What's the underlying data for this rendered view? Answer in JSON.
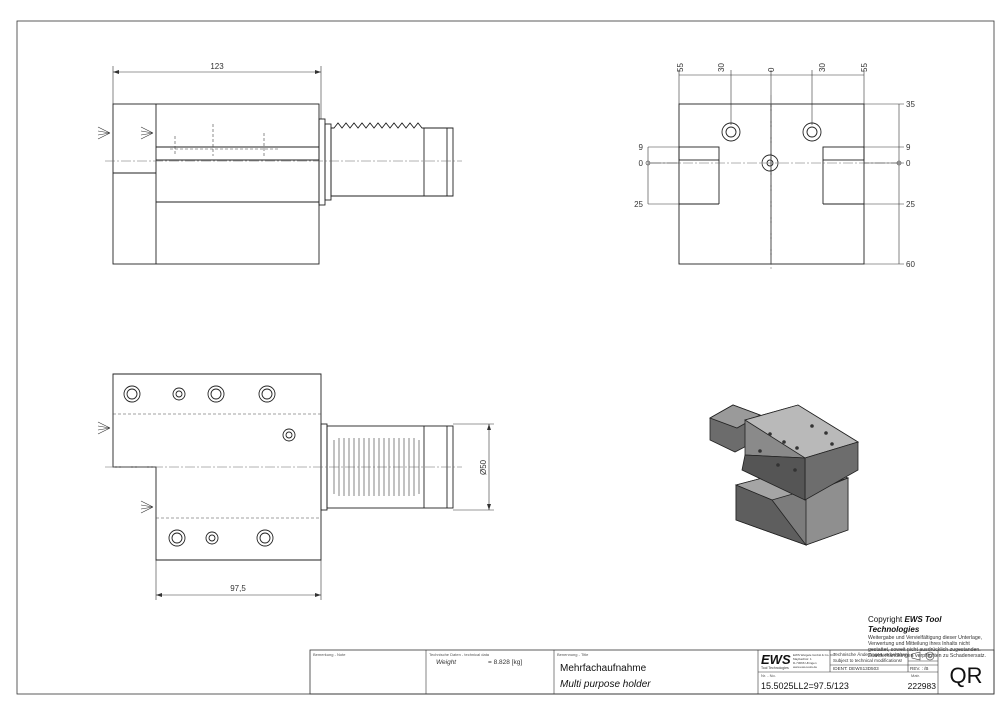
{
  "drawing": {
    "side_view": {
      "overall_length": "123"
    },
    "front_view": {
      "top_dims": [
        "55",
        "30",
        "0",
        "30",
        "55"
      ],
      "left_dims": [
        "9",
        "0",
        "25"
      ],
      "right_dims": [
        "35",
        "9",
        "0",
        "25",
        "60"
      ]
    },
    "top_view": {
      "length": "97,5",
      "diameter": "Ø50"
    }
  },
  "copyright": {
    "prefix": "Copyright",
    "brand": "EWS Tool Technologies",
    "lines": [
      "Weitergabe und Vervielfältigung dieser Unterlage,",
      "Verwertung und Mitteilung ihres Inhalts nicht",
      "gestattet, soweit nicht ausdrücklich zugestanden.",
      "Zuwiderhandlungen verpflichten zu Schadenersatz."
    ]
  },
  "title_block": {
    "remarks_label": "Bemerkung - Note",
    "tech_label": "Technische Daten - technical data",
    "weight_label": "Weight",
    "weight_value": "=  8.828 [kg]",
    "name_label": "Benennung - Title",
    "name_de": "Mehrfachaufnahme",
    "name_en": "Multi purpose holder",
    "logo": "EWS",
    "logo_sub": "Tool Technologies",
    "company_lines": [
      "EWS Weigele GmbH & Co. KG",
      "Maybachstr. 1",
      "D-73066 Uhingen",
      "www.ews-tools.de"
    ],
    "mod_note_de": "Technische Änderungen vorbehalten!",
    "mod_note_en": "Subject to technical modifications!",
    "ident": "IDENT: DEWS13D503",
    "rev": "REV. : /B",
    "no_label": "Nr. - No.",
    "part_no": "15.5025LL2=97.5/123",
    "mat_label": "Matr.",
    "number": "222983",
    "qr": "QR"
  }
}
